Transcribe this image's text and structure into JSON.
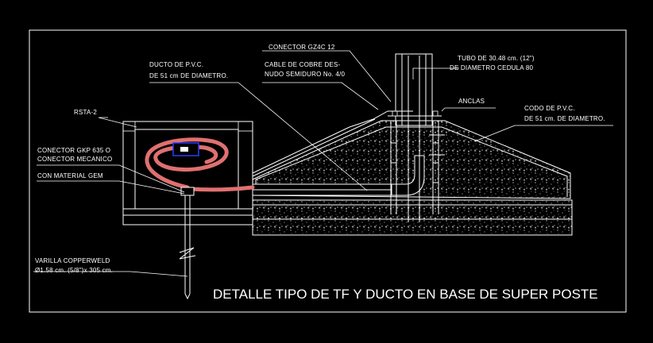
{
  "drawing": {
    "title": "DETALLE TIPO DE TF Y DUCTO EN BASE DE SUPER POSTE",
    "labels": {
      "conector_gz4c": "CONECTOR GZ4C 12",
      "tubo_line1": "TUBO DE 30.48 cm. (12\")",
      "tubo_line2": "DE DIAMETRO CEDULA 80",
      "ducto_line1": "DUCTO DE P.V.C.",
      "ducto_line2": "DE 51 cm  DE DIAMETRO.",
      "cable_line1": "CABLE DE COBRE DES-",
      "cable_line2": "NUDO SEMIDURO No. 4/0",
      "anclas": "ANCLAS",
      "codo_line1": "CODO DE P.V.C.",
      "codo_line2": "DE 51 cm. DE DIAMETRO.",
      "rsta": "RSTA-2",
      "conector_gkp_line1": "CONECTOR GKP 635 O",
      "conector_gkp_line2": "CONECTOR MECANICO",
      "material_gem": "CON MATERIAL GEM",
      "varilla_line1": "VARILLA COPPERWELD",
      "varilla_line2": "Ø1.58 cm. (5/8\")x 305 cm."
    },
    "colors": {
      "background": "#000000",
      "linework": "#ffffff",
      "cable": "#e07070",
      "connector": "#2a3cff"
    }
  }
}
